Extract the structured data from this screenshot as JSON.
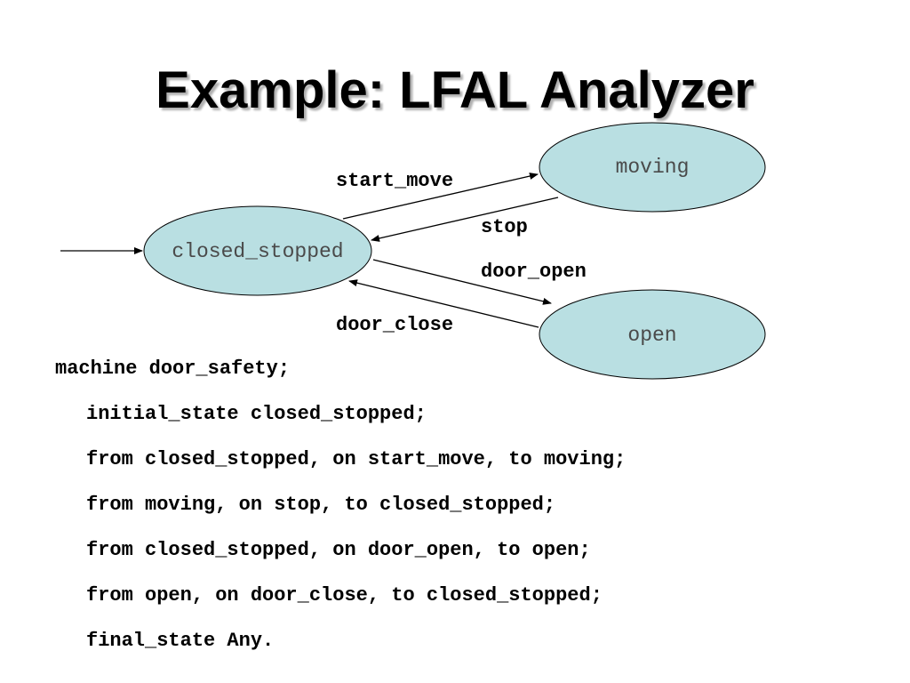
{
  "title": "Example:  LFAL Analyzer",
  "diagram": {
    "states": {
      "closed_stopped": "closed_stopped",
      "moving": "moving",
      "open": "open"
    },
    "transitions": {
      "start_move": "start_move",
      "stop": "stop",
      "door_open": "door_open",
      "door_close": "door_close"
    },
    "state_fill": "#b9dfe2",
    "edge_color": "#000000"
  },
  "code": {
    "lines": [
      "machine door_safety;",
      "initial_state closed_stopped;",
      "from closed_stopped, on start_move, to moving;",
      "from moving, on stop, to closed_stopped;",
      "from closed_stopped, on door_open, to open;",
      "from open, on door_close, to closed_stopped;",
      "final_state Any."
    ]
  }
}
